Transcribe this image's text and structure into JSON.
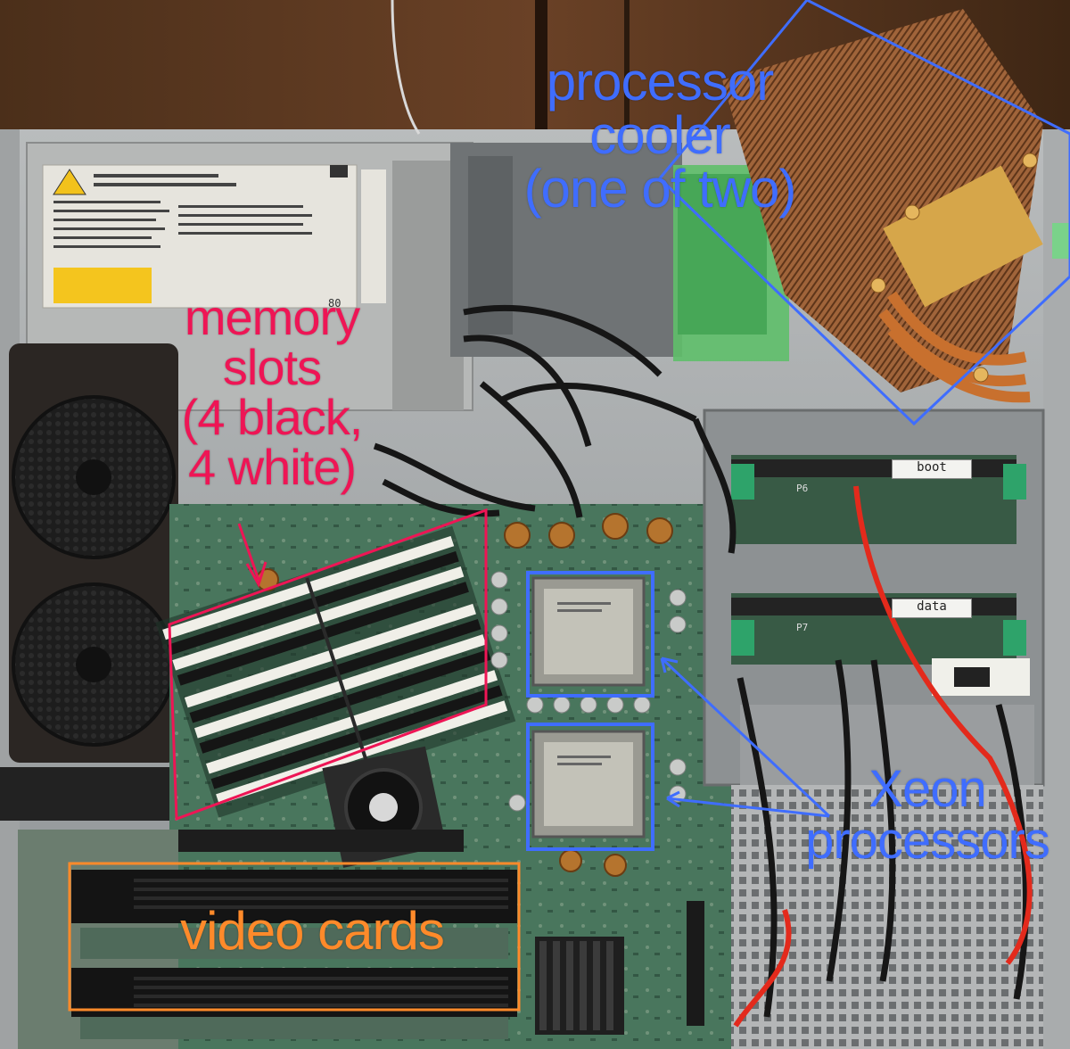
{
  "photo": {
    "labels": {
      "processor_cooler": [
        "processor",
        "cooler",
        "(one of two)"
      ],
      "memory_slots": [
        "memory",
        "slots",
        "(4 black,",
        "4 white)"
      ],
      "xeon_processors": [
        "Xeon",
        "processors"
      ],
      "video_cards": "video cards"
    },
    "drive_tags": {
      "boot": "boot",
      "data": "data"
    },
    "connector_tags": {
      "p6": "P6",
      "p7": "P7"
    },
    "psu_badge": "80",
    "colors": {
      "cooler_label": "#3f6dff",
      "processor_label": "#3f6dff",
      "memory_label": "#ee1555",
      "video_label": "#ff8a2a"
    }
  }
}
